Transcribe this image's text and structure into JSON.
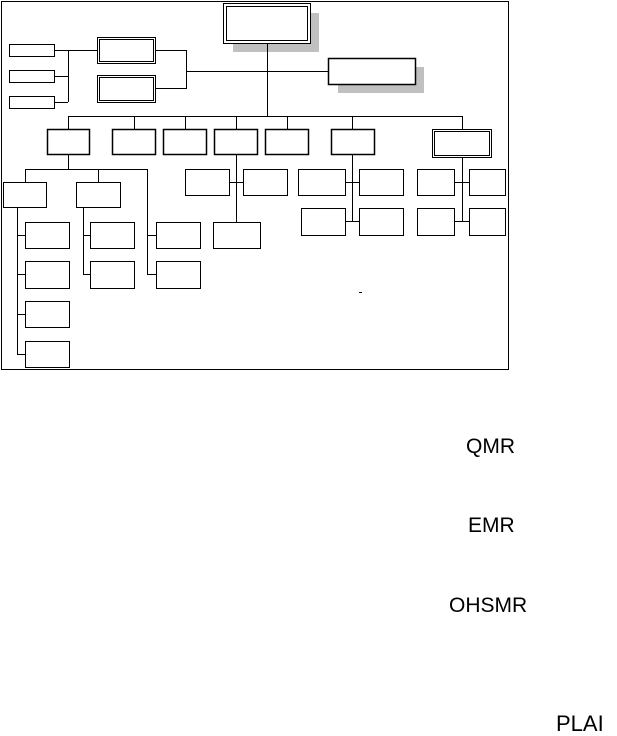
{
  "diagram": {
    "type": "organization-chart",
    "colors": {
      "line": "#000000",
      "shadow": "#c0c0c0",
      "box_fill": "#ffffff"
    }
  },
  "labels": {
    "qmr": "QMR",
    "emr": "EMR",
    "ohsmr": "OHSMR",
    "plan": "PLAI"
  }
}
